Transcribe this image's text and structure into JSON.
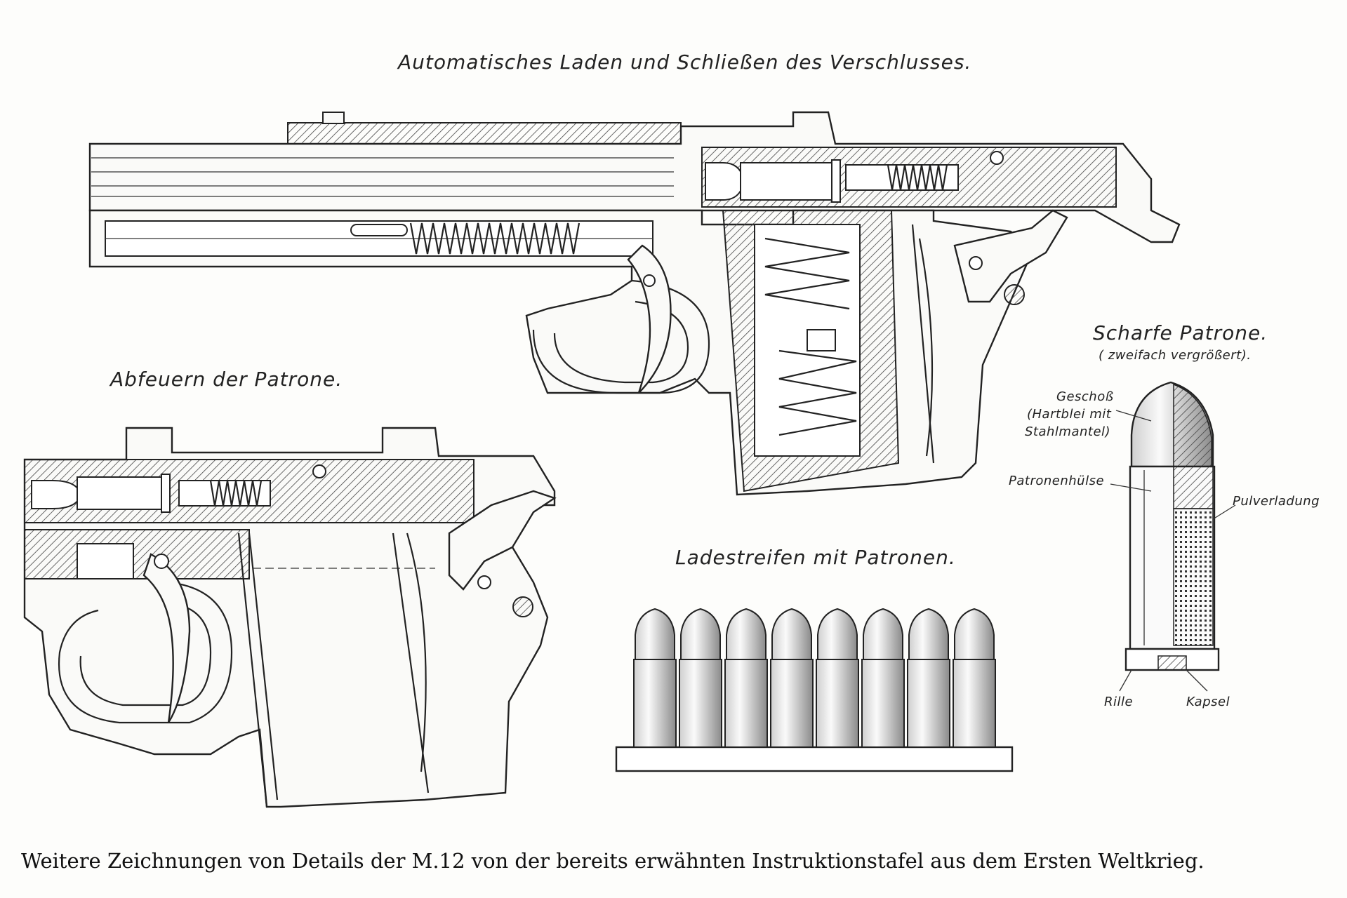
{
  "labels": {
    "top_title": "Automatisches Laden und Schließen des Verschlusses.",
    "fire_title": "Abfeuern der Patrone.",
    "cartridge_title": "Scharfe Patrone.",
    "cartridge_subtitle": "( zweifach vergrößert).",
    "clip_title": "Ladestreifen mit Patronen.",
    "bullet": "Geschoß",
    "bullet_detail_1": "(Hartblei mit",
    "bullet_detail_2": "Stahlmantel)",
    "case": "Patronenhülse",
    "powder": "Pulverladung",
    "groove": "Rille",
    "primer": "Kapsel"
  },
  "caption": "Weitere Zeichnungen von Details der M.12 von der bereits erwähnten Instruktionstafel aus dem Ersten Weltkrieg."
}
